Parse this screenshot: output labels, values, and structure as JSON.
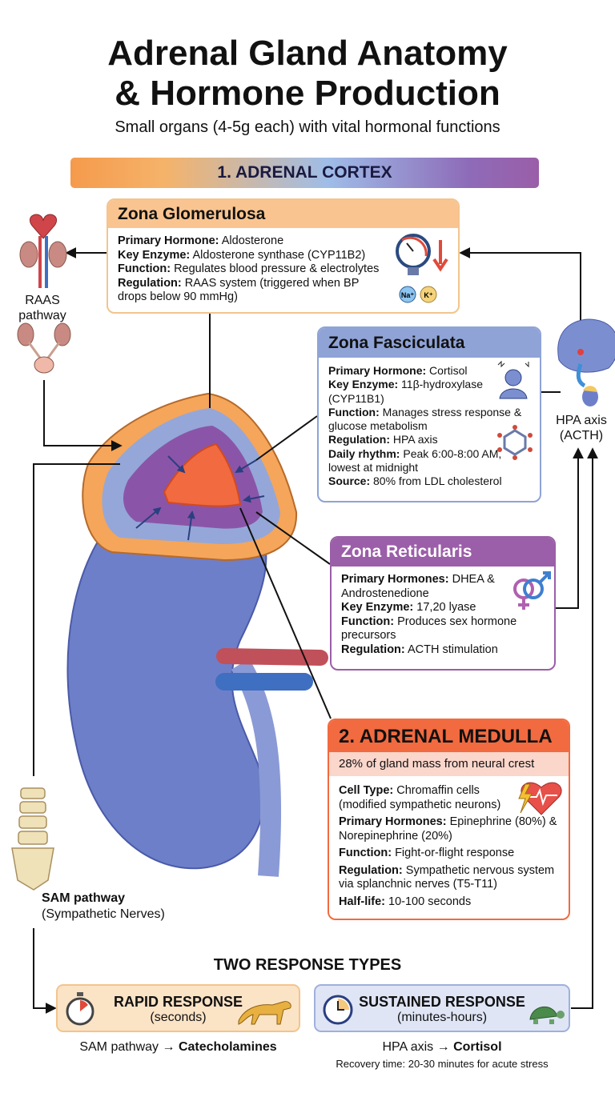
{
  "title": {
    "line1": "Adrenal Gland Anatomy",
    "line2": "& Hormone Production"
  },
  "subtitle": "Small organs (4-5g each) with vital hormonal functions",
  "cortex_banner": "1. ADRENAL CORTEX",
  "colors": {
    "glomerulosa": "#f9c48f",
    "fasciculata": "#8fa3d6",
    "reticularis": "#9b5ea8",
    "medulla": "#f26a3f",
    "kidney": "#6e7fc9"
  },
  "glomerulosa": {
    "title": "Zona Glomerulosa",
    "rows": [
      {
        "k": "Primary Hormone:",
        "v": " Aldosterone"
      },
      {
        "k": "Key Enzyme:",
        "v": " Aldosterone synthase (CYP11B2)"
      },
      {
        "k": "Function:",
        "v": " Regulates blood pressure & electrolytes"
      },
      {
        "k": "Regulation:",
        "v": " RAAS system (triggered when BP drops below 90 mmHg)"
      }
    ],
    "icons": [
      "pressure-gauge-icon",
      "down-arrow-icon"
    ],
    "ions": [
      "Na⁺",
      "K⁺"
    ]
  },
  "fasciculata": {
    "title": "Zona Fasciculata",
    "rows": [
      {
        "k": "Primary Hormone:",
        "v": " Cortisol"
      },
      {
        "k": "Key Enzyme:",
        "v": " 11β-hydroxylase (CYP11B1)"
      },
      {
        "k": "Function:",
        "v": " Manages stress response & glucose metabolism"
      },
      {
        "k": "Regulation:",
        "v": " HPA axis"
      },
      {
        "k": "Daily rhythm:",
        "v": " Peak 6:00-8:00 AM, lowest at midnight"
      },
      {
        "k": "Source:",
        "v": " 80% from LDL cholesterol"
      }
    ]
  },
  "reticularis": {
    "title": "Zona Reticularis",
    "rows": [
      {
        "k": "Primary Hormones:",
        "v": " DHEA & Androstenedione"
      },
      {
        "k": "Key Enzyme:",
        "v": " 17,20 lyase"
      },
      {
        "k": "Function:",
        "v": " Produces sex hormone precursors"
      },
      {
        "k": "Regulation:",
        "v": " ACTH stimulation"
      }
    ]
  },
  "medulla": {
    "title": "2. ADRENAL MEDULLA",
    "subtitle": "28% of gland mass from neural crest",
    "rows": [
      {
        "k": "Cell Type:",
        "v": " Chromaffin cells (modified sympathetic neurons)"
      },
      {
        "k": "Primary Hormones:",
        "v": " Epinephrine (80%) & Norepinephrine (20%)"
      },
      {
        "k": "Function:",
        "v": " Fight-or-flight response"
      },
      {
        "k": "Regulation:",
        "v": " Sympathetic nervous system via splanchnic nerves (T5-T11)"
      },
      {
        "k": "Half-life:",
        "v": " 10-100 seconds"
      }
    ]
  },
  "side_labels": {
    "raas": "RAAS pathway",
    "hpa_line1": "HPA axis",
    "hpa_line2": "(ACTH)",
    "sam_bold": "SAM pathway",
    "sam_sub": "(Sympathetic Nerves)"
  },
  "responses": {
    "heading": "TWO RESPONSE TYPES",
    "rapid": {
      "title": "RAPID RESPONSE",
      "sub": "(seconds)",
      "caption_pre": "SAM pathway → ",
      "caption_bold": "Catecholamines"
    },
    "sustained": {
      "title": "SUSTAINED RESPONSE",
      "sub": "(minutes-hours)",
      "caption_pre": "HPA axis → ",
      "caption_bold": "Cortisol",
      "note": "Recovery time: 20-30 minutes for acute stress"
    }
  }
}
